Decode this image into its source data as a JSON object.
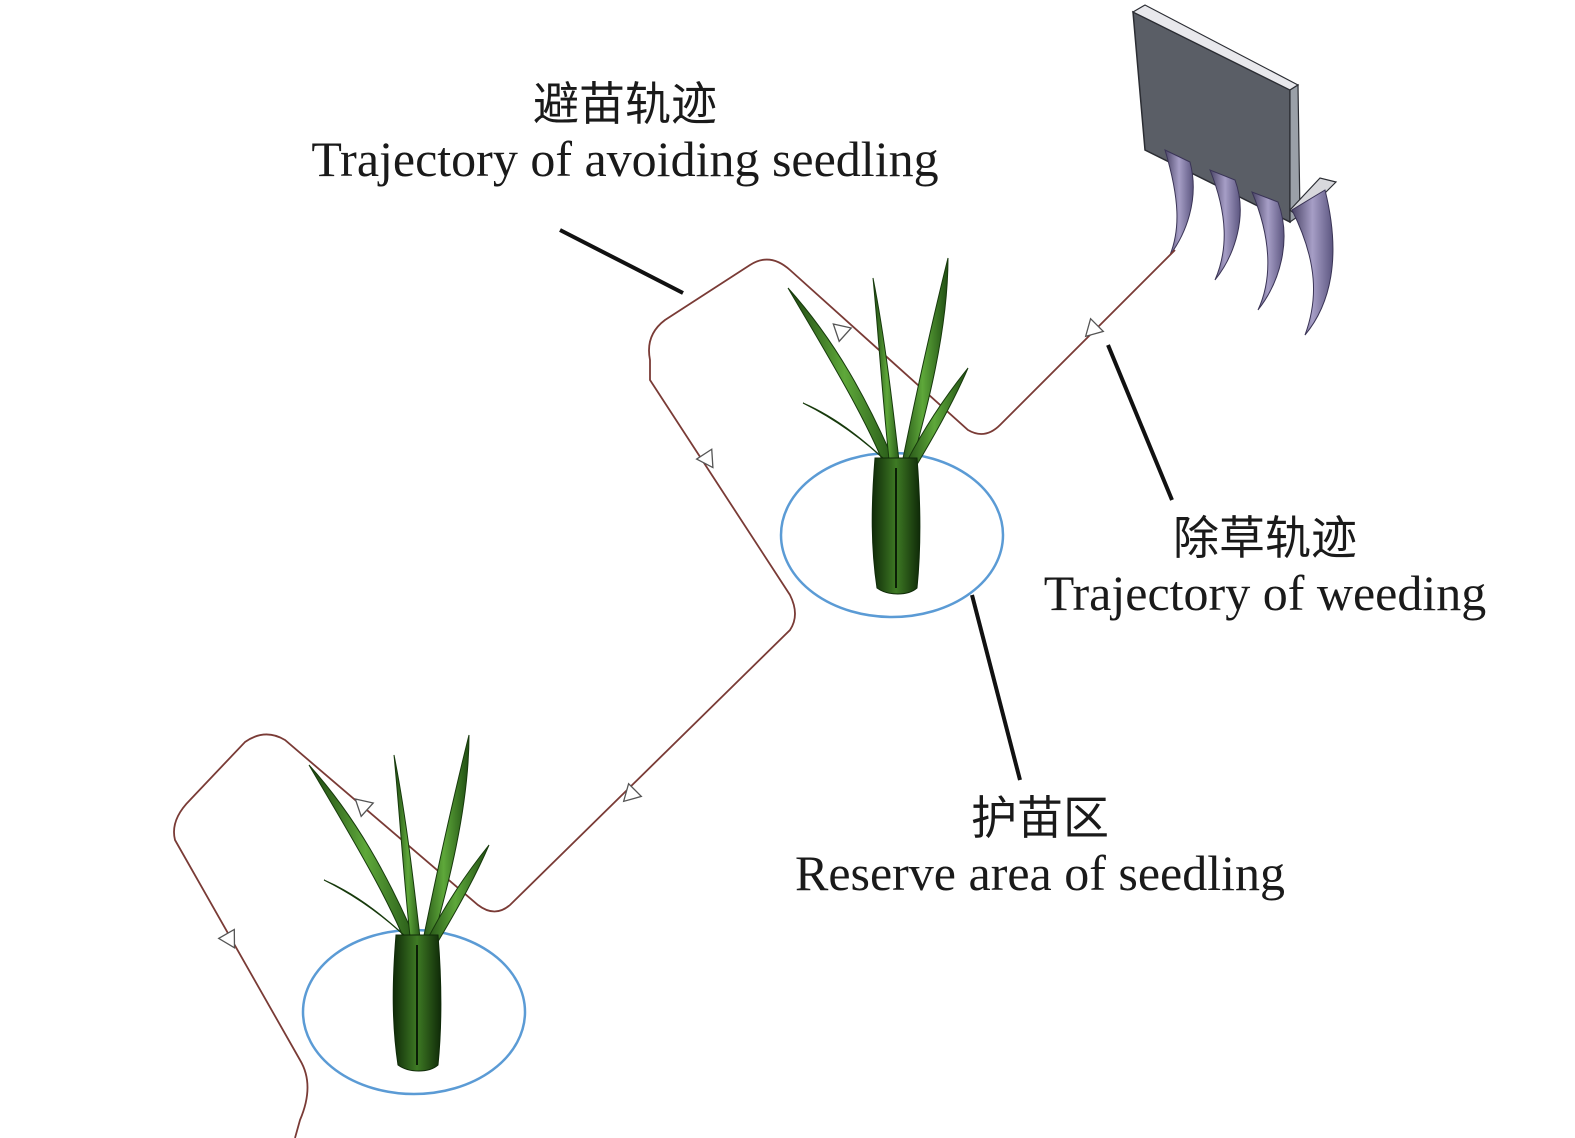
{
  "labels": {
    "avoiding_trajectory": {
      "zh": "避苗轨迹",
      "en": "Trajectory of avoiding seedling"
    },
    "weeding_trajectory": {
      "zh": "除草轨迹",
      "en": "Trajectory of weeding"
    },
    "reserve_area": {
      "zh": "护苗区",
      "en": "Reserve area of seedling"
    }
  },
  "colors": {
    "trajectory": "#7a3b36",
    "reserve_circle": "#5b9bd5",
    "leader_line": "#111111",
    "leaf_dark": "#1f4d12",
    "leaf_light": "#5ea83a",
    "blade_face": "#5a5e66",
    "tine": "#8a82a8"
  }
}
